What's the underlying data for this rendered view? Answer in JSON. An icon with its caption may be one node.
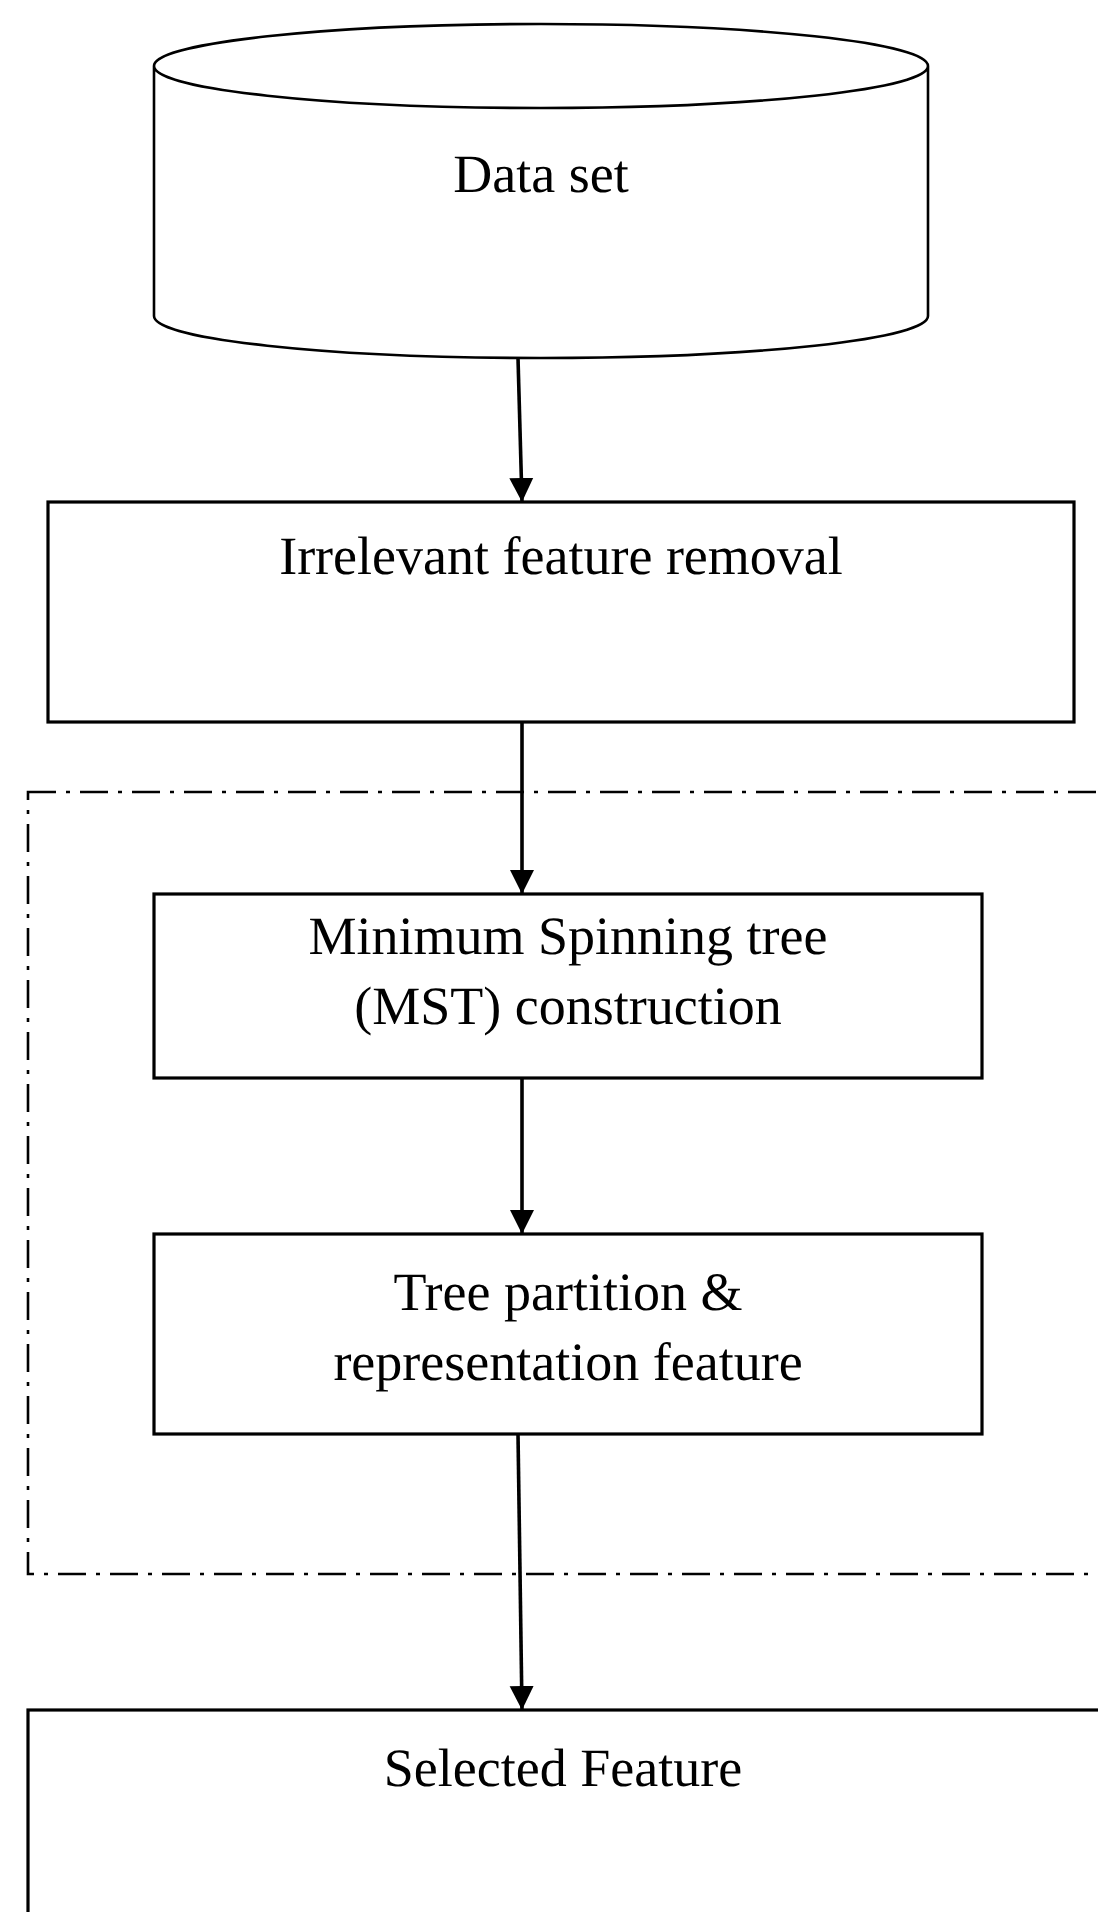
{
  "diagram": {
    "nodes": [
      {
        "text": [
          "Data set"
        ]
      },
      {
        "text": [
          "Irrelevant feature removal"
        ]
      },
      {
        "text": [],
        "shape": "box"
      },
      {
        "text": [
          "Minimum Spinning tree (MST) construction"
        ],
        "in": 2
      },
      {
        "text": [
          "Tree partition & representation feature"
        ],
        "in": 2
      },
      {
        "text": [
          "Selected Feature"
        ]
      }
    ],
    "edges": [
      {
        "from": 0,
        "to": 1,
        "arrow": "to"
      },
      {
        "from": 1,
        "to": 3,
        "arrow": "to"
      },
      {
        "from": 3,
        "to": 4,
        "arrow": "to"
      },
      {
        "from": 4,
        "to": 5,
        "arrow": "to"
      }
    ]
  }
}
